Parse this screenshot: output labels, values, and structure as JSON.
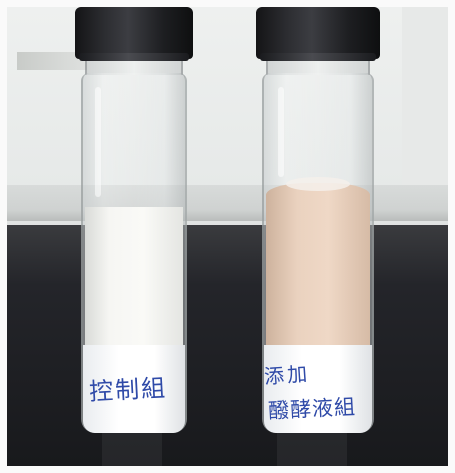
{
  "scene": {
    "vial_left": {
      "label_text": "控制組",
      "liquid_color": "#f3f2ee"
    },
    "vial_right": {
      "label_line_1": "添加",
      "label_line_2": "醱酵液組",
      "liquid_color": "#e7cdb7"
    },
    "ink_color": "#2f4aa8"
  }
}
